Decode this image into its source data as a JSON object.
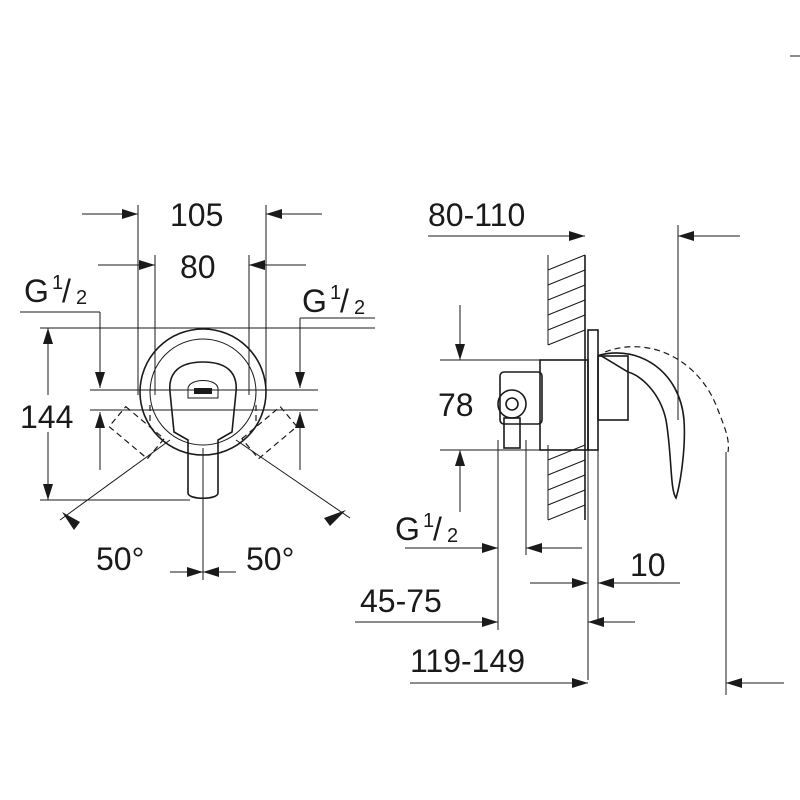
{
  "front_view": {
    "dim_overall_width": "105",
    "dim_inner_width": "80",
    "dim_height": "144",
    "thread_left": {
      "main": "G",
      "num": "1",
      "slash": "/",
      "den": "2"
    },
    "thread_right": {
      "main": "G",
      "num": "1",
      "slash": "/",
      "den": "2"
    },
    "angle_left": "50°",
    "angle_right": "50°"
  },
  "side_view": {
    "dim_wall_range": "80-110",
    "dim_height": "78",
    "thread": {
      "main": "G",
      "num": "1",
      "slash": "/",
      "den": "2"
    },
    "dim_plate": "10",
    "dim_depth_1": "45-75",
    "dim_depth_2": "119-149"
  }
}
